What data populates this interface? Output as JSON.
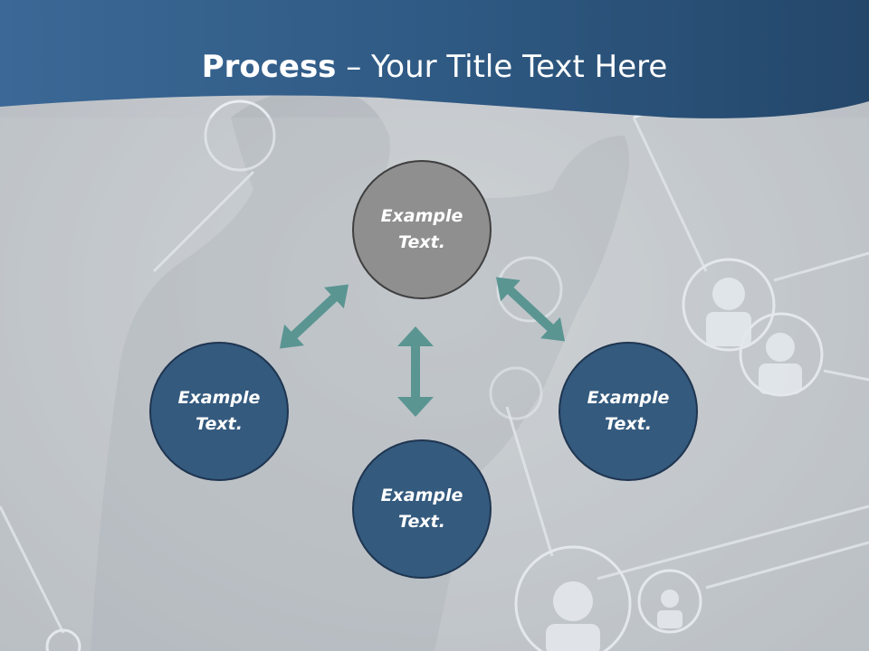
{
  "slide": {
    "title_bold": "Process",
    "title_rest": " – Your Title Text Here"
  },
  "diagram": {
    "nodes": [
      {
        "id": "top",
        "label": "Example\nText."
      },
      {
        "id": "left",
        "label": "Example\nText."
      },
      {
        "id": "right",
        "label": "Example\nText."
      },
      {
        "id": "bottom",
        "label": "Example\nText."
      }
    ]
  },
  "colors": {
    "header": "#2f5a82",
    "node_fill": "#345a7e",
    "node_center": "#8f8f8f",
    "arrow": "#5a9592"
  },
  "icons": [
    "person-network-icon",
    "double-arrow-icon"
  ]
}
